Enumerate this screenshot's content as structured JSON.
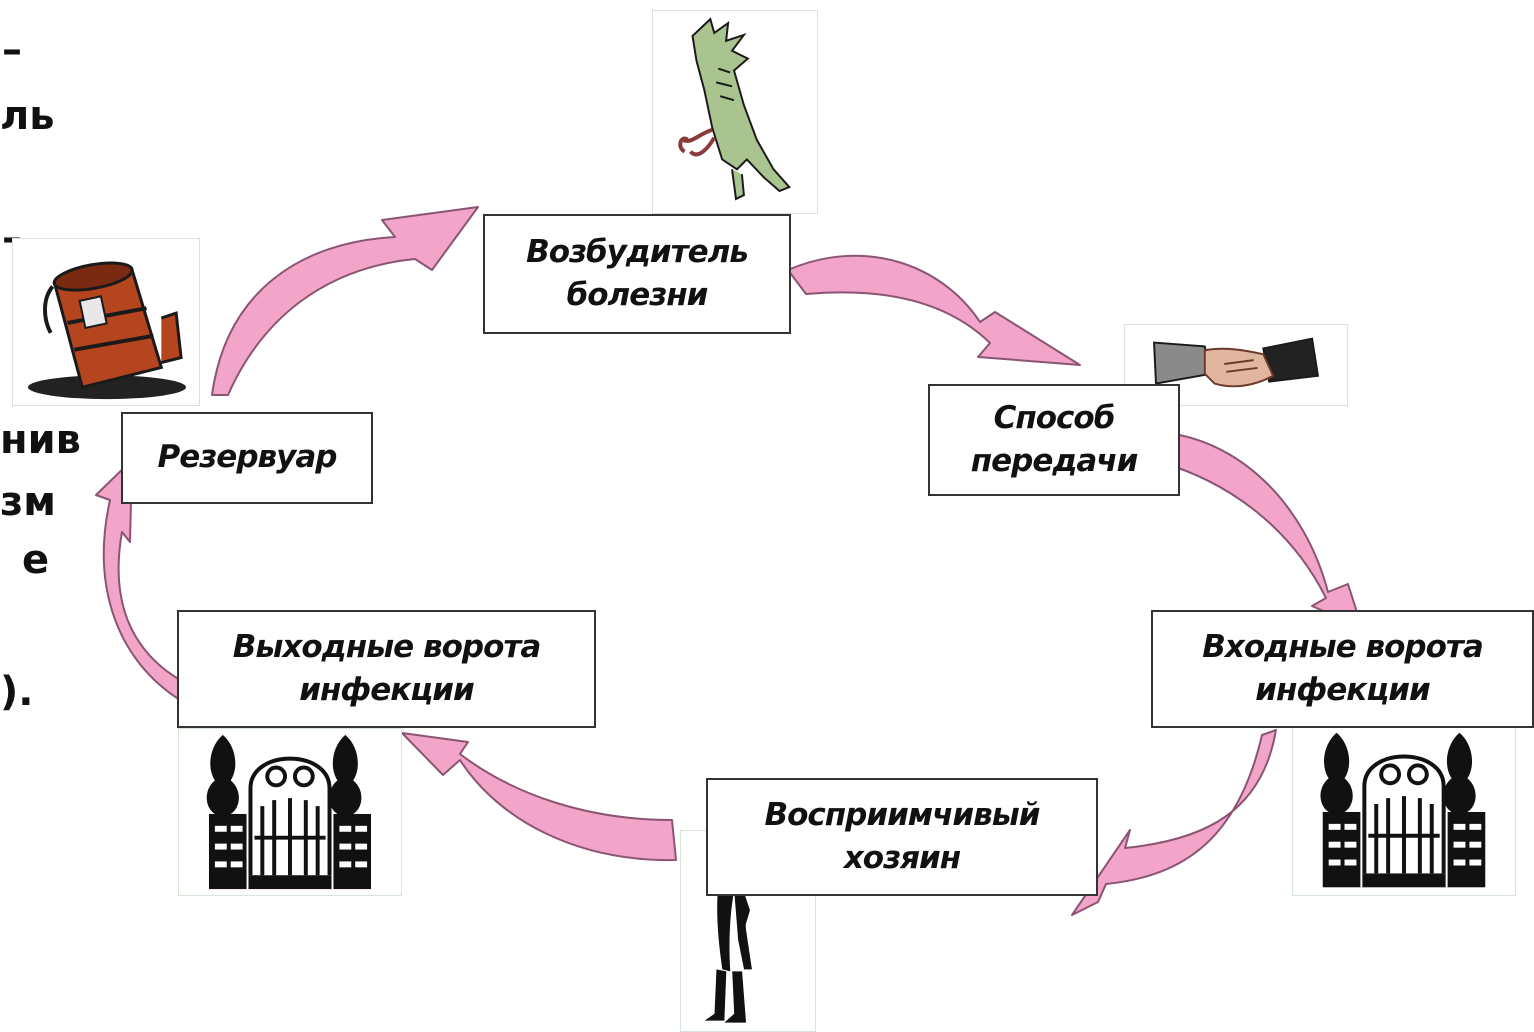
{
  "background_fragments": [
    "–",
    "ль",
    "–",
    "нив",
    "зм",
    "е",
    ")."
  ],
  "nodes": {
    "pathogen": {
      "line1": "Возбудитель",
      "line2": "болезни"
    },
    "transmission": {
      "line1": "Способ",
      "line2": "передачи"
    },
    "entry": {
      "line1": "Входные ворота",
      "line2": "инфекции"
    },
    "host": {
      "line1": "Восприимчивый",
      "line2": "хозяин"
    },
    "exit": {
      "line1": "Выходные ворота",
      "line2": "инфекции"
    },
    "reservoir": {
      "line1": "Резервуар"
    }
  },
  "icons": [
    "germ-icon",
    "barrel-icon",
    "handshake-icon",
    "gate-icon",
    "gate-icon",
    "sick-person-icon"
  ],
  "colors": {
    "arrow_fill": "#f2a5c9",
    "arrow_stroke": "#8a5574",
    "box_border": "#333333",
    "image_border": "#d6e6d6"
  }
}
